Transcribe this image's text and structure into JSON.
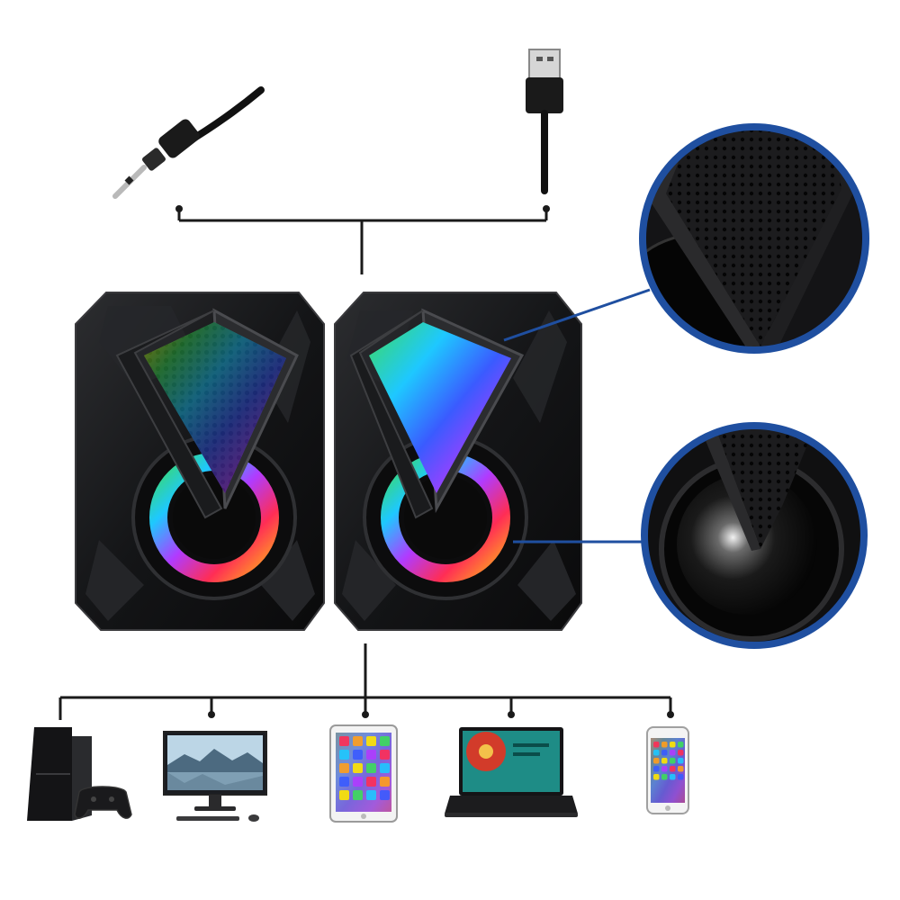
{
  "image": {
    "subject": "rgb-usb-computer-speakers-product-photo",
    "visible_text": [],
    "colors": {
      "background": "#ffffff",
      "speaker_body": "#17181a",
      "connector_line": "#1a1a1a",
      "zoom_ring": "#1f4fa0",
      "rgb_spectrum": [
        "#ff2d55",
        "#ff9f1c",
        "#ffe600",
        "#3ddc5b",
        "#1ec8ff",
        "#3a5bff",
        "#b03bff"
      ]
    },
    "icons": [
      "aux-audio-cable-icon",
      "usb-cable-icon",
      "game-console-icon",
      "desktop-monitor-icon",
      "tablet-icon",
      "laptop-icon",
      "smartphone-icon"
    ],
    "zoom_callouts": [
      "grille-detail",
      "driver-detail"
    ],
    "compatible_device_count": 5
  }
}
